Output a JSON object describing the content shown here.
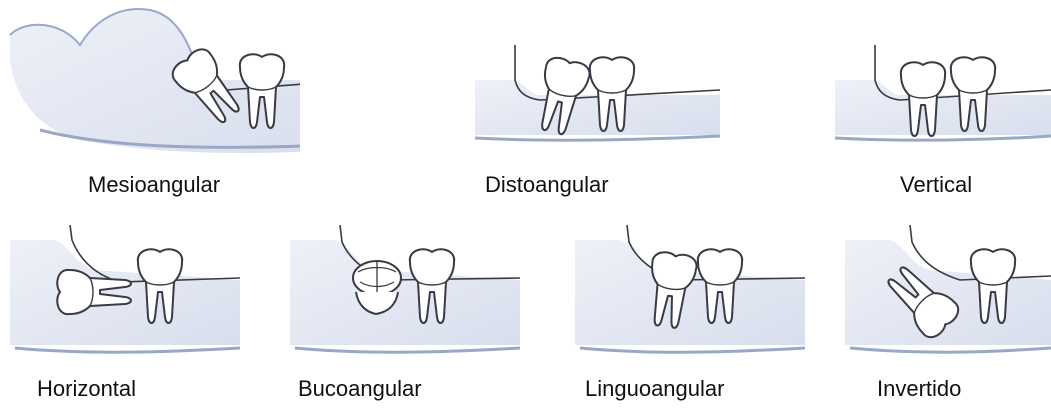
{
  "panels": [
    {
      "id": "mesioangular",
      "label": "Mesioangular"
    },
    {
      "id": "distoangular",
      "label": "Distoangular"
    },
    {
      "id": "vertical",
      "label": "Vertical"
    },
    {
      "id": "horizontal",
      "label": "Horizontal"
    },
    {
      "id": "bucoangular",
      "label": "Bucoangular"
    },
    {
      "id": "linguoangular",
      "label": "Linguoangular"
    },
    {
      "id": "invertido",
      "label": "Invertido"
    }
  ],
  "colors": {
    "bone_wash": "#c9d2e6",
    "bone_shadow": "#9aa8c8",
    "line": "#3a3a44",
    "tooth_fill": "#ffffff"
  }
}
